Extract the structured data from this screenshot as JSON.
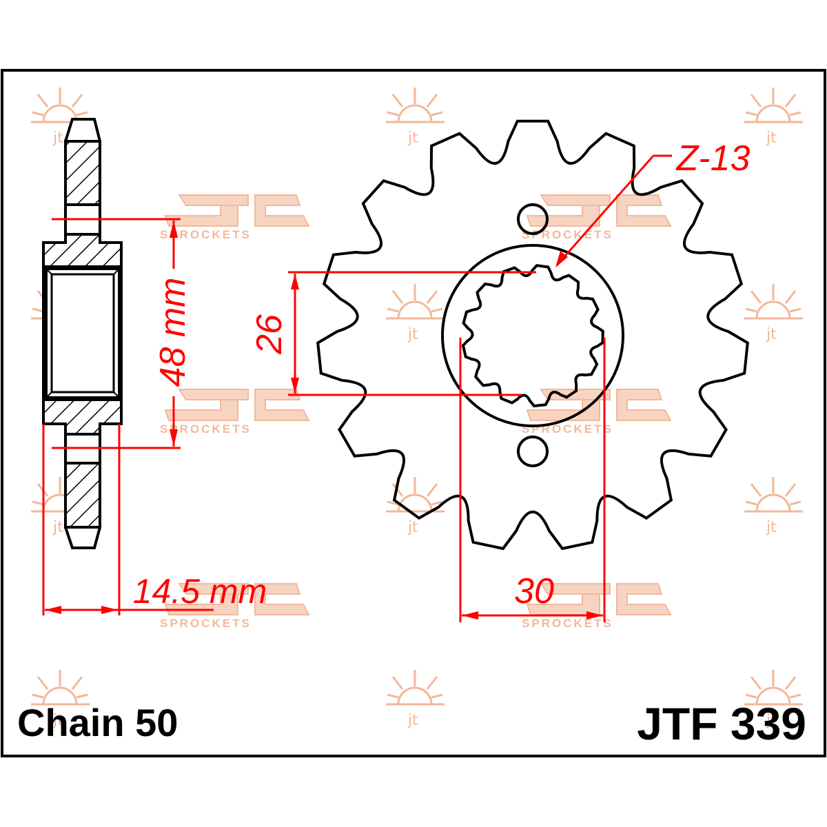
{
  "labels": {
    "chain": "Chain 50",
    "part_number": "JTF 339"
  },
  "dimensions": {
    "hub_diameter": "48 mm",
    "spline_inner_diameter": "26",
    "spline_outer_diameter": "30",
    "width": "14.5 mm",
    "spline_count": "Z-13"
  },
  "sprocket": {
    "teeth": 15,
    "spline_teeth": 13
  },
  "watermark": {
    "text": "SPROCKETS",
    "color": "#f2b89a"
  },
  "colors": {
    "dimension": "#ff0000",
    "outline": "#000000",
    "border": "#000000"
  }
}
